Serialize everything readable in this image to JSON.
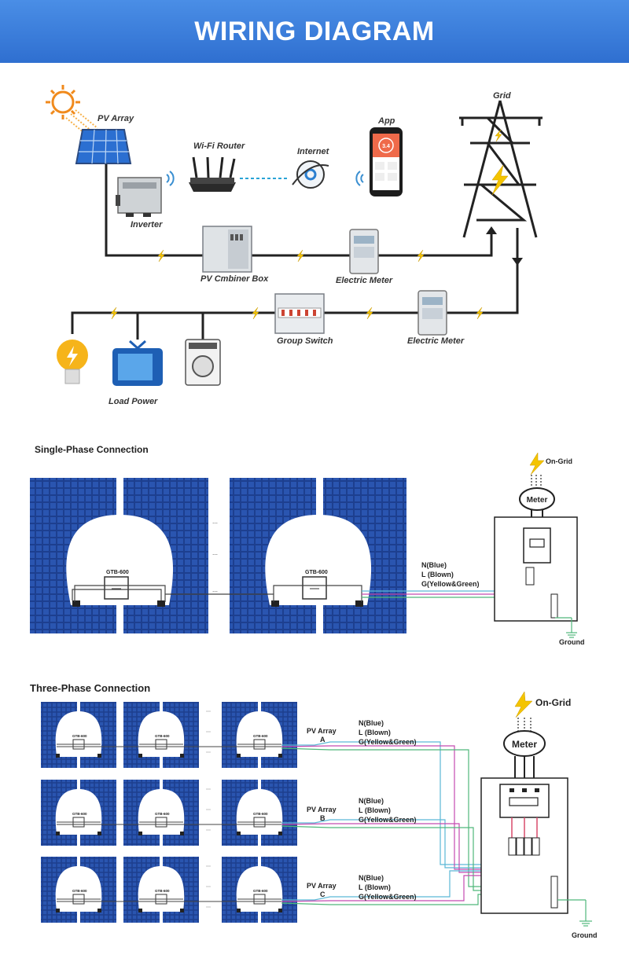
{
  "banner": {
    "title": "WIRING DIAGRAM"
  },
  "top": {
    "pv_array": "PV Array",
    "wifi_router": "Wi-Fi Router",
    "internet": "Internet",
    "app": "App",
    "app_value": "3.4",
    "grid": "Grid",
    "inverter": "Inverter",
    "combiner": "PV Cmbiner Box",
    "meter1": "Electric Meter",
    "group_switch": "Group Switch",
    "meter2": "Electric Meter",
    "load_power": "Load Power"
  },
  "single": {
    "title": "Single-Phase Connection",
    "device": "GTB-600",
    "on_grid": "On-Grid",
    "meter": "Meter",
    "wire_n": "N(Blue)",
    "wire_l": "L (Blown)",
    "wire_g": "G(Yellow&Green)",
    "ground": "Ground"
  },
  "three": {
    "title": "Three-Phase Connection",
    "device": "GTB-600",
    "on_grid": "On-Grid",
    "meter": "Meter",
    "ground": "Ground",
    "pv_array": "PV Array",
    "arrays": [
      {
        "letter": "A",
        "n": "N(Blue)",
        "l": "L (Blown)",
        "g": "G(Yellow&Green)"
      },
      {
        "letter": "B",
        "n": "N(Blue)",
        "l": "L (Blown)",
        "g": "G(Yellow&Green)"
      },
      {
        "letter": "C",
        "n": "N(Blue)",
        "l": "L (Blown)",
        "g": "G(Yellow&Green)"
      }
    ]
  },
  "colors": {
    "banner": "#3a7fe0",
    "panel": "#1d3f8f",
    "wire_blue": "#5bb8d6",
    "wire_green": "#4fb87a",
    "wire_brown": "#c44bb0",
    "bolt": "#f4c400"
  }
}
